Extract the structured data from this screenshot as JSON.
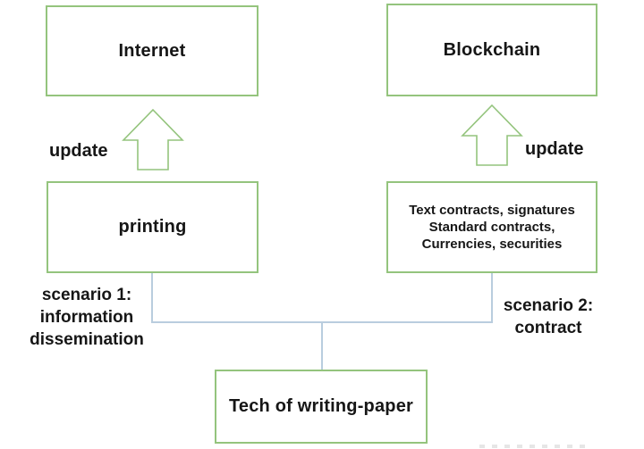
{
  "diagram": {
    "boxes": {
      "internet": {
        "label": "Internet"
      },
      "blockchain": {
        "label": "Blockchain"
      },
      "printing": {
        "label": "printing"
      },
      "contracts": {
        "lines": [
          "Text contracts, signatures",
          "Standard contracts,",
          "Currencies, securities"
        ]
      },
      "tech": {
        "label": "Tech of writing-paper"
      }
    },
    "labels": {
      "update_left": "update",
      "update_right": "update",
      "scenario1": {
        "lines": [
          "scenario 1:",
          "information",
          "dissemination"
        ]
      },
      "scenario2": {
        "lines": [
          "scenario 2:",
          "contract"
        ]
      }
    },
    "colors": {
      "box_border": "#94c47d",
      "arrow_outline": "#94c47d",
      "connector_line": "#b9cdde",
      "text": "#161616",
      "background": "#ffffff"
    }
  }
}
